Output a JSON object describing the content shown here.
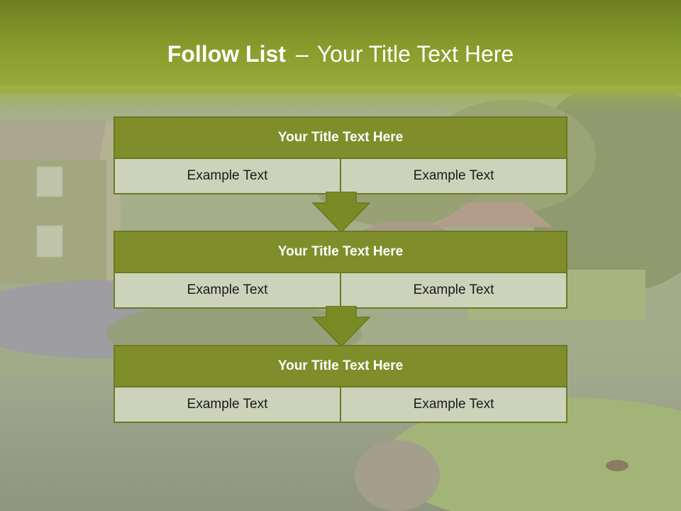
{
  "slide": {
    "title_bold": "Follow List",
    "title_separator": "–",
    "title_rest": "Your Title Text Here"
  },
  "steps": [
    {
      "heading": "Your Title Text Here",
      "left": "Example Text",
      "right": "Example Text"
    },
    {
      "heading": "Your Title Text Here",
      "left": "Example Text",
      "right": "Example Text"
    },
    {
      "heading": "Your Title Text Here",
      "left": "Example Text",
      "right": "Example Text"
    }
  ],
  "colors": {
    "header_green": "#7f8e2a",
    "cell_fill": "#cdd3bb",
    "arrow_green": "#7a8a24"
  }
}
